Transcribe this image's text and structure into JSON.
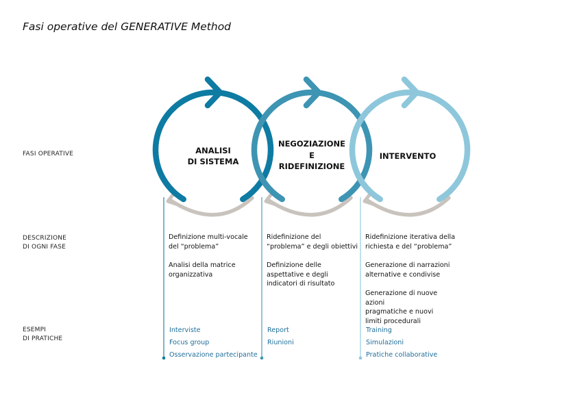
{
  "title": "Fasi operative del GENERATIVE Method",
  "row_labels": {
    "fasi": "FASI OPERATIVE",
    "descrizione": "DESCRIZIONE\nDI OGNI FASE",
    "esempi": "ESEMPI\nDI PRATICHE"
  },
  "colors": {
    "phase1": "#0e7ba3",
    "phase2": "#3e94b3",
    "phase3": "#8ec7db",
    "return_arc": "#c9c3bd",
    "example_text": "#1f6e9a"
  },
  "phases": [
    {
      "name": "ANALISI\nDI SISTEMA",
      "descriptions": [
        "Definizione multi-vocale\ndel “problema”",
        "Analisi della matrice\norganizzativa"
      ],
      "examples": [
        "Interviste",
        "Focus group",
        "Osservazione partecipante"
      ]
    },
    {
      "name": "NEGOZIAZIONE\nE\nRIDEFINIZIONE",
      "descriptions": [
        "Ridefinizione del\n“problema” e degli obiettivi",
        "Definizione delle\naspettative e degli\nindicatori di risultato"
      ],
      "examples": [
        "Report",
        "Riunioni"
      ]
    },
    {
      "name": "INTERVENTO",
      "descriptions": [
        "Ridefinizione iterativa della\nrichiesta e del “problema”",
        "Generazione di narrazioni\nalternative e condivise",
        "Generazione di nuove azioni\npragmatiche e nuovi\nlimiti procedurali"
      ],
      "examples": [
        "Training",
        "Simulazioni",
        "Pratiche collaborative"
      ]
    }
  ]
}
